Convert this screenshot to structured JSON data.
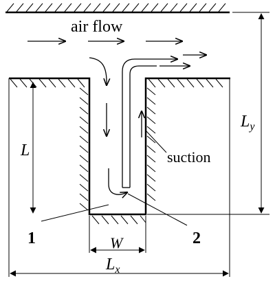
{
  "labels": {
    "air_flow": "air flow",
    "suction": "suction",
    "L": "L",
    "W": "W",
    "Ly_main": "L",
    "Ly_sub": "y",
    "Lx_main": "L",
    "Lx_sub": "x",
    "point_1": "1",
    "point_2": "2"
  }
}
